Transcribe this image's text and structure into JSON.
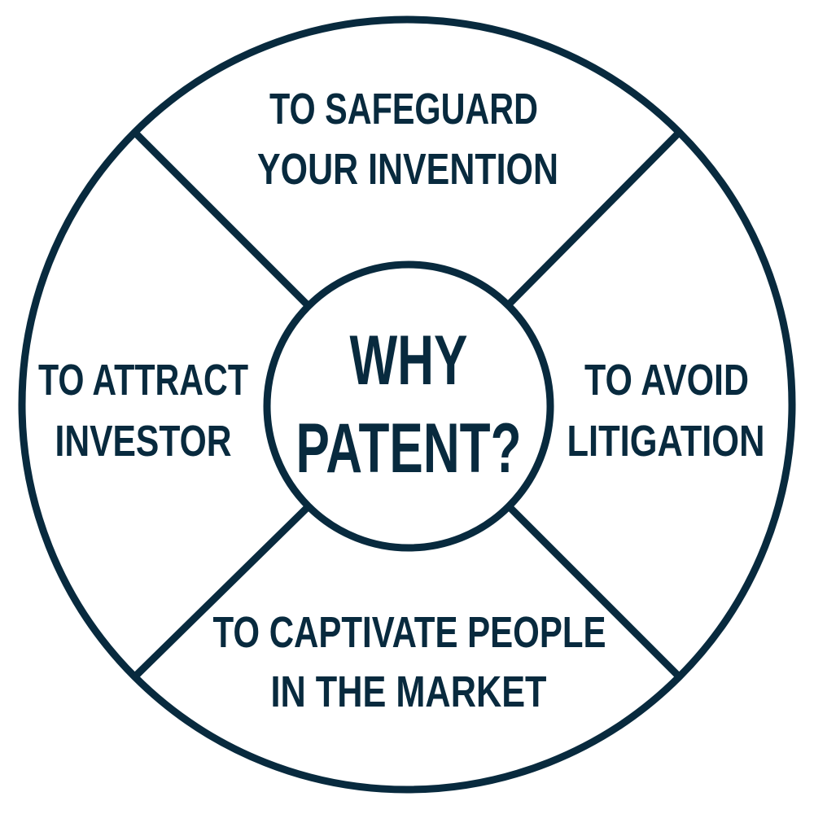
{
  "title": {
    "line1": "WHY",
    "line2": "PATENT?"
  },
  "segments": {
    "top": {
      "line1": "TO SAFEGUARD",
      "line2": "YOUR INVENTION"
    },
    "left": {
      "line1": "TO ATTRACT",
      "line2": "INVESTOR"
    },
    "right": {
      "line1": "TO AVOID",
      "line2": "LITIGATION"
    },
    "bottom": {
      "line1": "TO CAPTIVATE PEOPLE",
      "line2": "IN THE MARKET"
    }
  },
  "colors": {
    "primary": "#082a3e",
    "background": "#ffffff"
  }
}
